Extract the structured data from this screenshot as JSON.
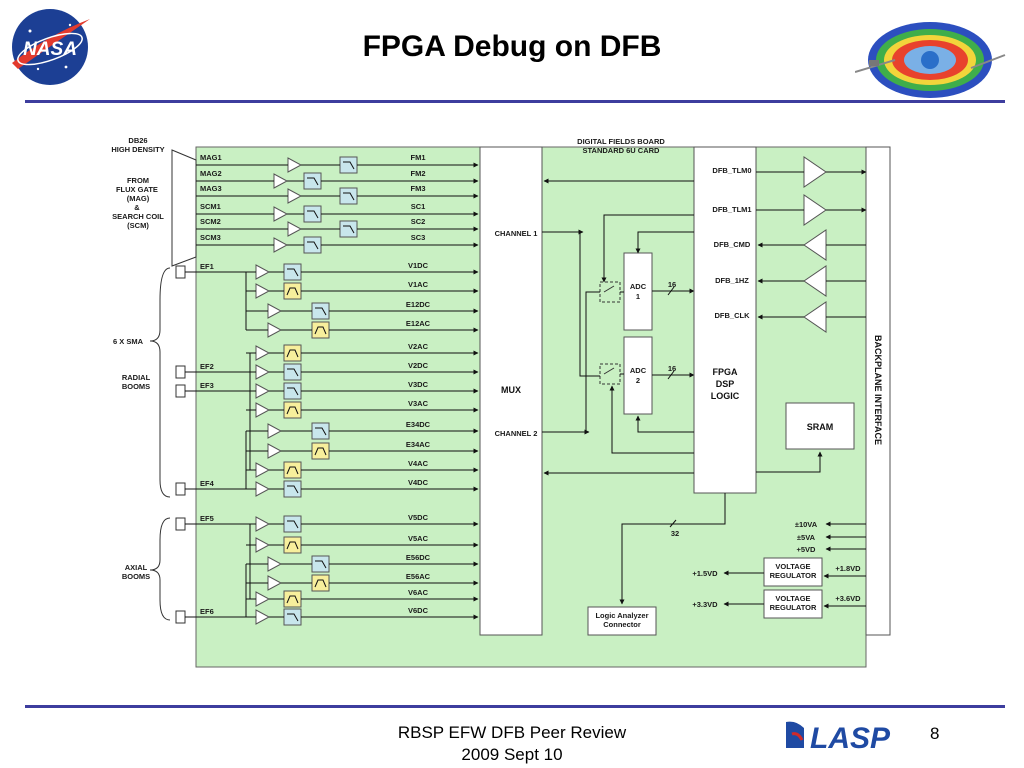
{
  "title": "FPGA Debug on DFB",
  "footer": {
    "line1": "RBSP EFW DFB Peer Review",
    "line2": "2009 Sept 10",
    "page": "8"
  },
  "logos": {
    "nasa": "NASA",
    "lasp": "LASP"
  },
  "colors": {
    "board": "#c9f0c3",
    "accent": "#3d3d9e",
    "lowpass": "#c8e6ec",
    "bandpass": "#f7ef9c"
  },
  "board": {
    "header": [
      "DIGITAL FIELDS BOARD",
      "STANDARD 6U CARD"
    ],
    "db26": [
      "DB26",
      "HIGH DENSITY"
    ],
    "fluxgate": [
      "FROM",
      "FLUX GATE",
      "(MAG)",
      "&",
      "SEARCH COIL",
      "(SCM)"
    ],
    "sma": "6 X SMA",
    "radial": [
      "RADIAL",
      "BOOMS"
    ],
    "axial": [
      "AXIAL",
      "BOOMS"
    ],
    "mux": "MUX",
    "channel1": "CHANNEL 1",
    "channel2": "CHANNEL 2",
    "adc1": [
      "ADC",
      "1"
    ],
    "adc2": [
      "ADC",
      "2"
    ],
    "bits": "16",
    "bus32": "32",
    "fpga": [
      "FPGA",
      "DSP",
      "LOGIC"
    ],
    "sram": "SRAM",
    "backplane": "BACKPLANE INTERFACE",
    "logic_analyzer": [
      "Logic Analyzer",
      "Connector"
    ],
    "regulator": [
      "VOLTAGE",
      "REGULATOR"
    ],
    "interface_signals": [
      "DFB_TLM0",
      "DFB_TLM1",
      "DFB_CMD",
      "DFB_1HZ",
      "DFB_CLK"
    ],
    "power_in": [
      "±10VA",
      "±5VA",
      "+5VD"
    ],
    "reg1": {
      "out": "+1.5VD",
      "in": "+1.8VD"
    },
    "reg2": {
      "out": "+3.3VD",
      "in": "+3.6VD"
    },
    "mag_inputs": [
      {
        "in": "MAG1",
        "out": "FM1"
      },
      {
        "in": "MAG2",
        "out": "FM2"
      },
      {
        "in": "MAG3",
        "out": "FM3"
      },
      {
        "in": "SCM1",
        "out": "SC1"
      },
      {
        "in": "SCM2",
        "out": "SC2"
      },
      {
        "in": "SCM3",
        "out": "SC3"
      }
    ],
    "ef_inputs": [
      "EF1",
      "EF2",
      "EF3",
      "EF4",
      "EF5",
      "EF6"
    ],
    "ef_outputs": [
      "V1DC",
      "V1AC",
      "E12DC",
      "E12AC",
      "V2AC",
      "V2DC",
      "V3DC",
      "V3AC",
      "E34DC",
      "E34AC",
      "V4AC",
      "V4DC",
      "V5DC",
      "V5AC",
      "E56DC",
      "E56AC",
      "V6AC",
      "V6DC"
    ]
  }
}
